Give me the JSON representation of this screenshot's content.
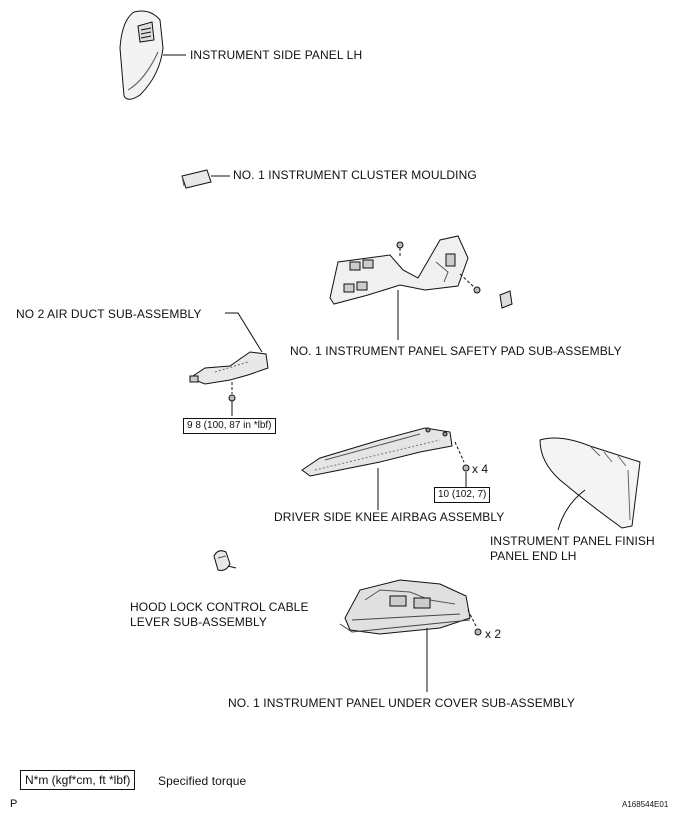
{
  "labels": {
    "side_panel": "INSTRUMENT SIDE PANEL LH",
    "cluster_moulding": "NO. 1 INSTRUMENT CLUSTER MOULDING",
    "air_duct": "NO  2 AIR DUCT SUB-ASSEMBLY",
    "safety_pad": "NO. 1 INSTRUMENT PANEL SAFETY PAD SUB-ASSEMBLY",
    "knee_airbag": "DRIVER SIDE KNEE AIRBAG ASSEMBLY",
    "finish_panel_line1": "INSTRUMENT PANEL FINISH",
    "finish_panel_line2": "PANEL END LH",
    "hood_lock_line1": "HOOD LOCK CONTROL CABLE",
    "hood_lock_line2": "LEVER SUB-ASSEMBLY",
    "under_cover": "NO. 1 INSTRUMENT PANEL UNDER COVER SUB-ASSEMBLY"
  },
  "torques": {
    "air_duct_bolt": "9 8 (100, 87 in *lbf)",
    "airbag_bolt": "10 (102, 7)"
  },
  "quantities": {
    "airbag_bolts": "x 4",
    "under_cover_bolts": "x 2"
  },
  "legend": {
    "unit": "N*m (kgf*cm, ft *lbf)",
    "description": "Specified torque"
  },
  "footer": {
    "left_code": "P",
    "figure_id": "A168544E01"
  }
}
